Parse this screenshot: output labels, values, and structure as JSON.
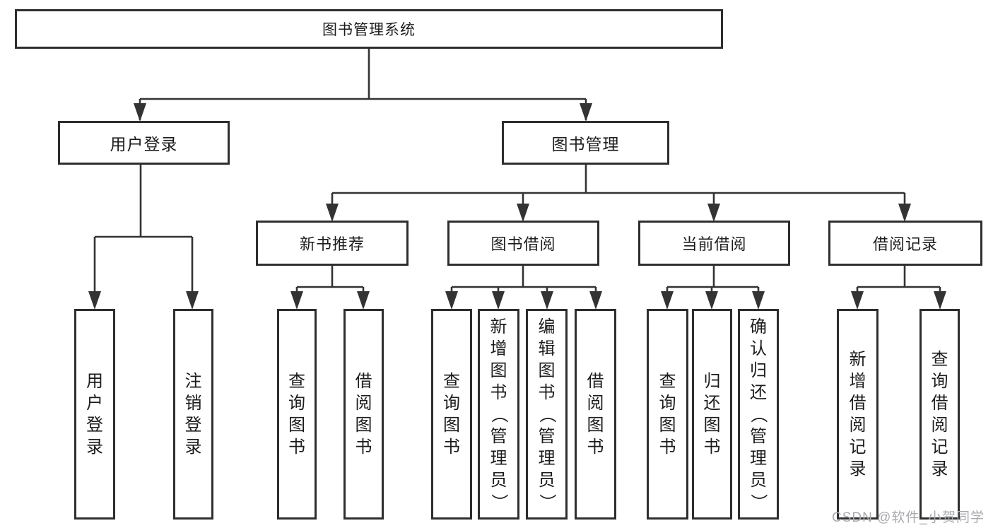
{
  "diagram": {
    "tree": {
      "label": "图书管理系统",
      "children": [
        {
          "label": "用户登录",
          "children": [
            {
              "label": "用户登录"
            },
            {
              "label": "注销登录"
            }
          ]
        },
        {
          "label": "图书管理",
          "children": [
            {
              "label": "新书推荐",
              "children": [
                {
                  "label": "查询图书"
                },
                {
                  "label": "借阅图书"
                }
              ]
            },
            {
              "label": "图书借阅",
              "children": [
                {
                  "label": "查询图书"
                },
                {
                  "label": "新增图书（管理员）"
                },
                {
                  "label": "编辑图书（管理员）"
                },
                {
                  "label": "借阅图书"
                }
              ]
            },
            {
              "label": "当前借阅",
              "children": [
                {
                  "label": "查询图书"
                },
                {
                  "label": "归还图书"
                },
                {
                  "label": "确认归还（管理员）"
                }
              ]
            },
            {
              "label": "借阅记录",
              "children": [
                {
                  "label": "新增借阅记录"
                },
                {
                  "label": "查询借阅记录"
                }
              ]
            }
          ]
        }
      ]
    },
    "watermark": "CSDN @软件_小贺同学",
    "colors": {
      "box_border": "#2e2e2e",
      "connector_line": "#333333",
      "text": "#1c1c1c",
      "watermark_text": "#a9aaae",
      "background": "#ffffff"
    }
  }
}
